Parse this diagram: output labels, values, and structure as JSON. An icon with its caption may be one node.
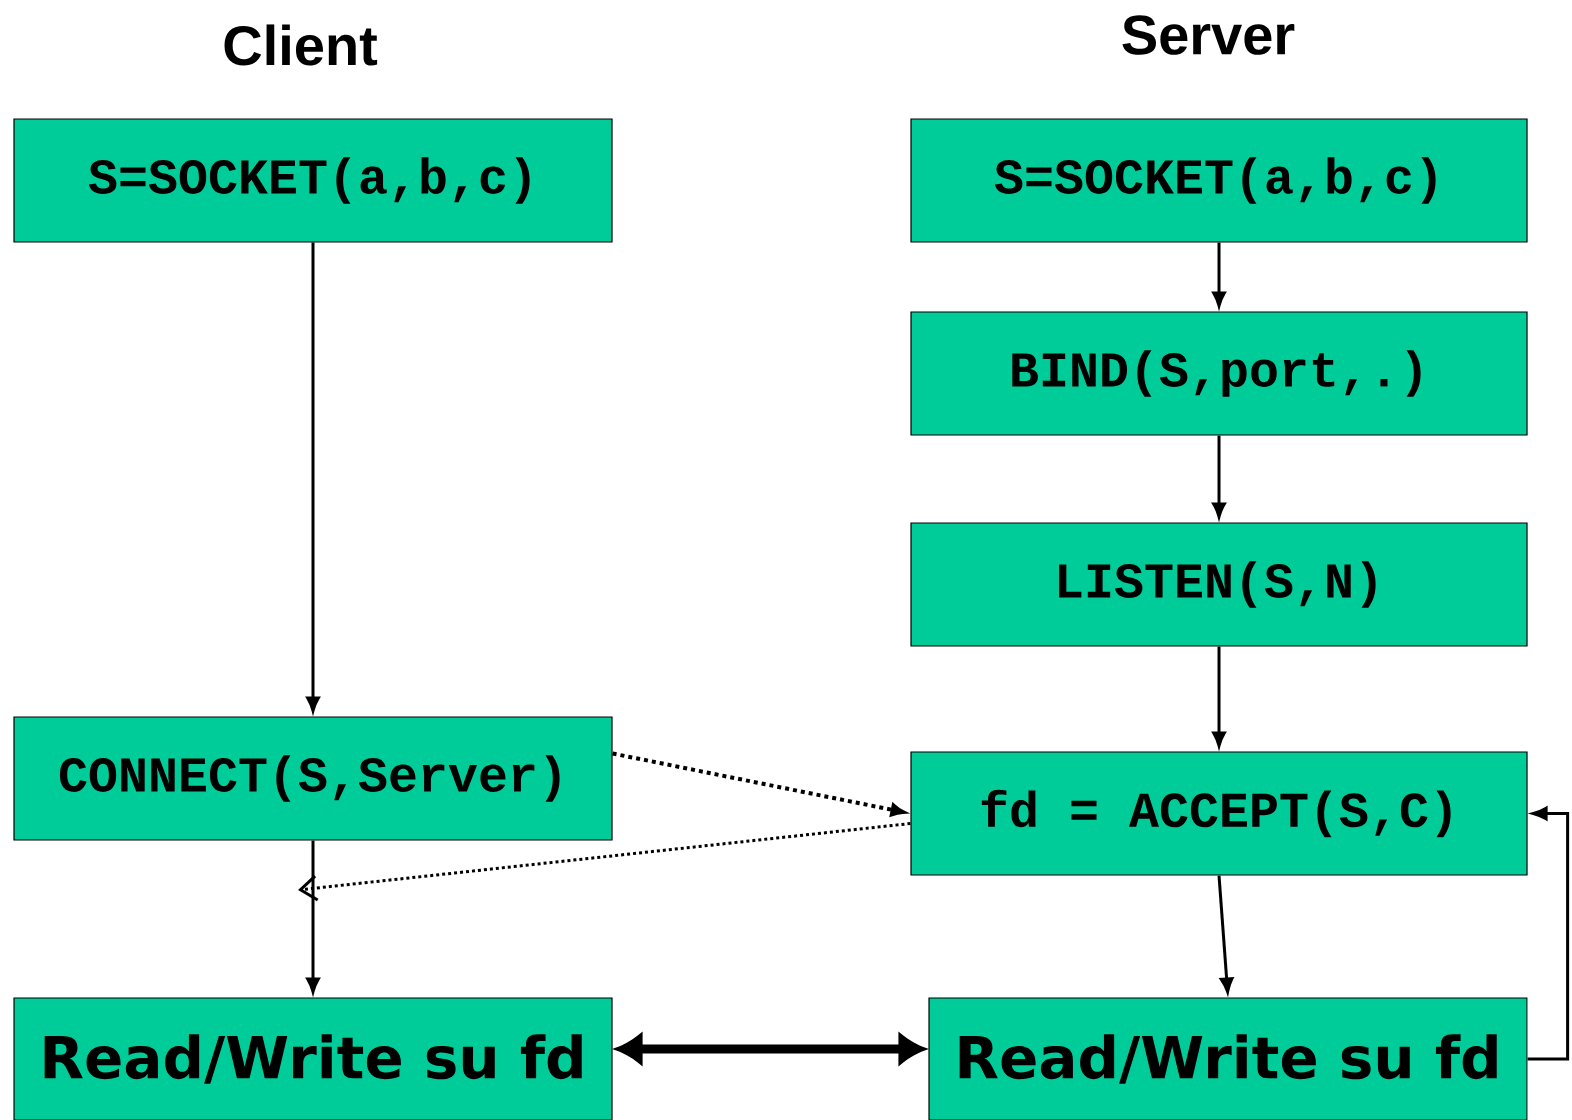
{
  "diagram": {
    "nodes": [
      {
        "text": [
          "S=SOCKET(a,b,c)"
        ]
      },
      {
        "text": [
          "CONNECT(S,Server)"
        ]
      },
      {
        "text": [
          "Read/Write su fd"
        ]
      },
      {
        "text": [
          "S=SOCKET(a,b,c)"
        ]
      },
      {
        "text": [
          "BIND(S,port,.)"
        ]
      },
      {
        "text": [
          "LISTEN(S,N)"
        ]
      },
      {
        "text": [
          "fd = ACCEPT(S,C)"
        ]
      },
      {
        "text": [
          "Read/Write su fd"
        ]
      }
    ],
    "edges": [
      {
        "from": 0,
        "to": 1,
        "arrow": "to"
      },
      {
        "from": 1,
        "to": 2,
        "arrow": "to"
      },
      {
        "from": 3,
        "to": 4,
        "arrow": "to"
      },
      {
        "from": 4,
        "to": 5,
        "arrow": "to"
      },
      {
        "from": 5,
        "to": 6,
        "arrow": "to"
      },
      {
        "from": 6,
        "to": 7,
        "arrow": "to"
      },
      {
        "from": 1,
        "to": 6,
        "arrow": "to",
        "style": "dashed"
      },
      {
        "from": 6,
        "to": null,
        "arrow": "to",
        "style": "dashed"
      },
      {
        "from": 2,
        "to": 7,
        "arrow": "both",
        "style": "thick"
      },
      {
        "from": 7,
        "to": 6,
        "arrow": "to"
      }
    ],
    "labels": [
      "Client",
      "Server"
    ]
  }
}
